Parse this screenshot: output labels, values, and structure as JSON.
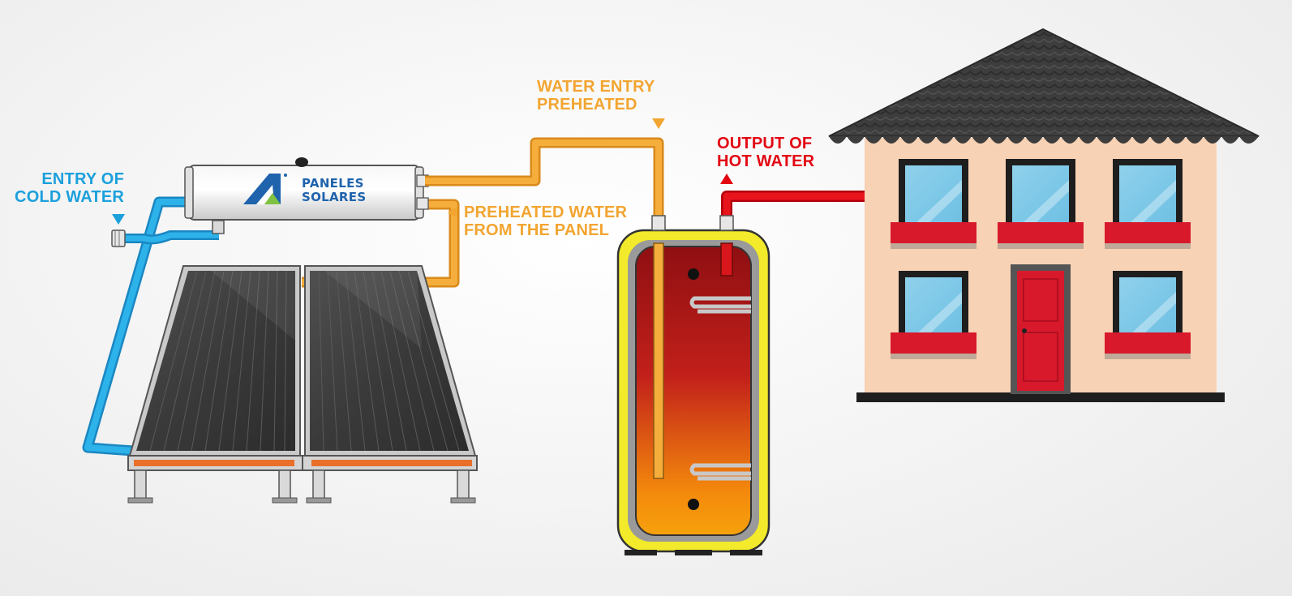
{
  "labels": {
    "cold_line1": "ENTRY OF",
    "cold_line2": "COLD WATER",
    "preheated_panel_line1": "PREHEATED WATER",
    "preheated_panel_line2": "FROM THE PANEL",
    "entry_preheated_line1": "WATER ENTRY",
    "entry_preheated_line2": "PREHEATED",
    "hot_line1": "OUTPUT OF",
    "hot_line2": "HOT WATER"
  },
  "brand": {
    "line1": "PANELES",
    "line2": "SOLARES"
  },
  "colors": {
    "cold": "#1ba0dc",
    "preheated": "#f2a531",
    "hot": "#e30613",
    "house_wall": "#f8d2b4",
    "roof": "#444444"
  }
}
